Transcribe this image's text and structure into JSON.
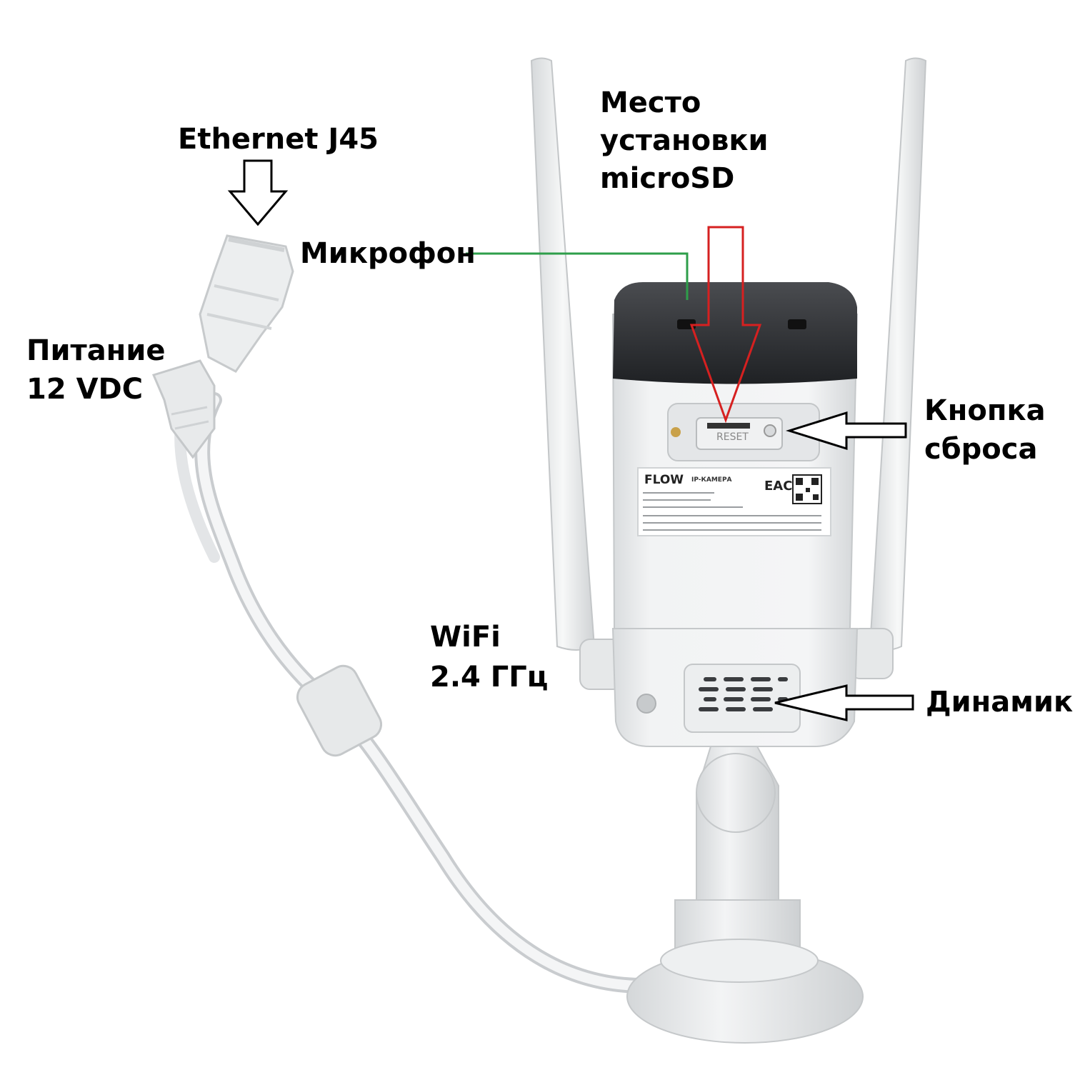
{
  "labels": {
    "ethernet": "Ethernet J45",
    "microphone": "Микрофон",
    "microsd": [
      "Место",
      "установки",
      "microSD"
    ],
    "power": [
      "Питание",
      "12 VDC"
    ],
    "reset_button": [
      "Кнопка",
      "сброса"
    ],
    "wifi": [
      "WiFi",
      "2.4 ГГц"
    ],
    "speaker": "Динамик"
  },
  "device": {
    "brand": "FLOW",
    "type_label": "IP-КАМЕРА",
    "reset_text": "RESET",
    "cert_mark": "EAC"
  },
  "colors": {
    "microphone_line": "#2e9e4a",
    "microsd_arrow": "#d62020",
    "outline_arrows": "#000000",
    "camera_body": "#eef0f1",
    "camera_top": "#2b2d30"
  }
}
